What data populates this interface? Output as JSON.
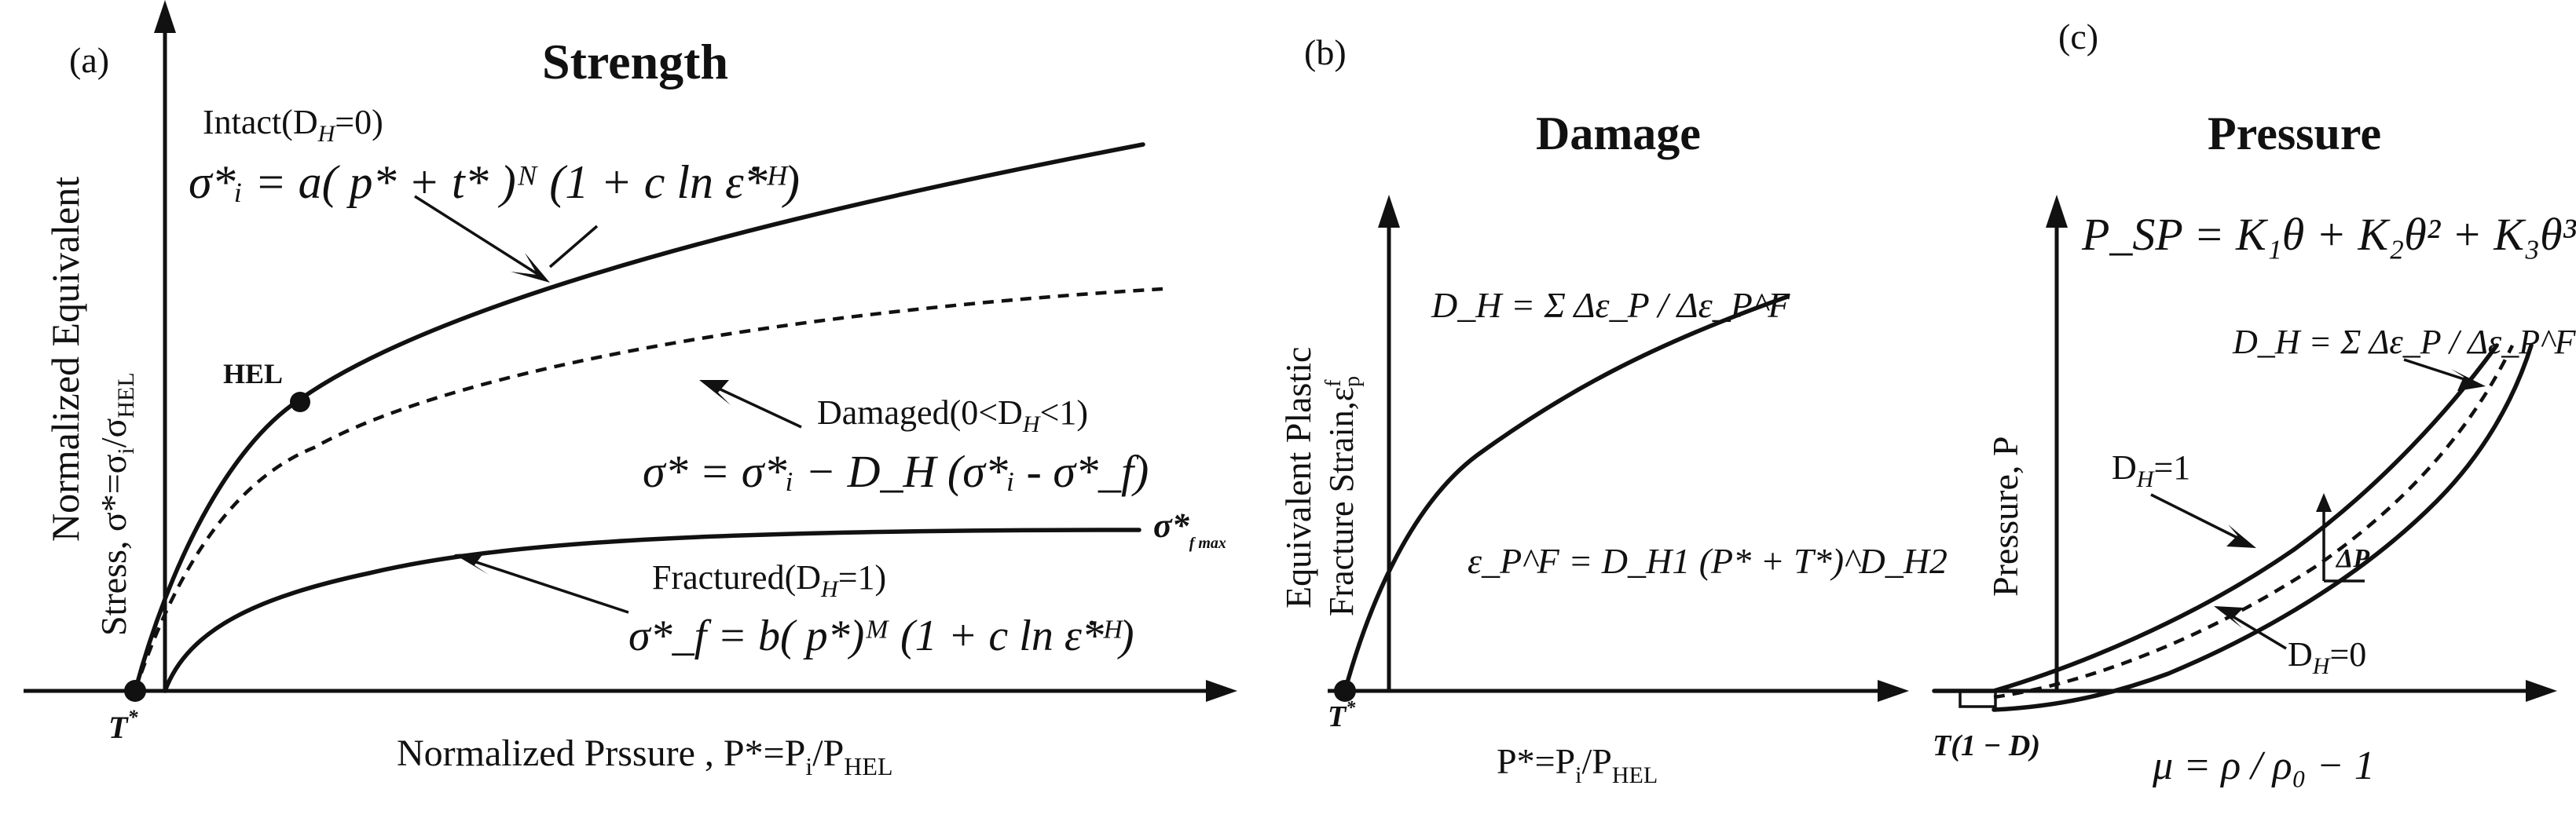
{
  "panels": {
    "strength": {
      "tag": "(a)",
      "title": "Strength",
      "ylabel_line1": "Normalized Equivalent",
      "ylabel_line2": "Stress, σ*=σ",
      "ylabel_sub_i": "i",
      "ylabel_slash": "/σ",
      "ylabel_sub_hel": "HEL",
      "xlabel_main": "Normalized Prssure , P*=P",
      "xlabel_sub_i": "i",
      "xlabel_slash": "/P",
      "xlabel_sub_hel": "HEL",
      "origin_label": "T",
      "origin_sup": "*",
      "hel_label": "HEL",
      "intact_label": "Intact(D",
      "intact_sub": "H",
      "intact_tail": "=0)",
      "intact_eq": "σ*ᵢ = a( p* + t* )ᴺ (1 + c ln ε̇*ᴴ)",
      "damaged_label": "Damaged(0<D",
      "damaged_sub": "H",
      "damaged_tail": "<1)",
      "damaged_eq": "σ* = σ*ᵢ − D_H (σ*ᵢ - σ*_f)",
      "fractured_label": "Fractured(D",
      "fractured_sub": "H",
      "fractured_tail": "=1)",
      "fractured_eq": "σ*_f = b( p*)ᴹ (1 + c ln ε̇*ᴴ)",
      "fmax_label": "σ*",
      "fmax_sub": "f max"
    },
    "damage": {
      "tag": "(b)",
      "title": "Damage",
      "ylabel_line1": "Equivalent Plastic",
      "ylabel_line2": "Fracture Strain,ε",
      "ylabel_sub": "p",
      "ylabel_sup": "f",
      "xlabel_main": "P*=P",
      "xlabel_sub_i": "i",
      "xlabel_slash": "/P",
      "xlabel_sub_hel": "HEL",
      "origin_label": "T",
      "origin_sup": "*",
      "dh_eq": "D_H = Σ Δε_P / Δε_P^F",
      "eps_eq": "ε_P^F = D_H1 (P* + T*)^D_H2"
    },
    "pressure": {
      "tag": "(c)",
      "title": "Pressure",
      "ylabel": "Pressure,  P",
      "psp_eq": "P_SP = K₁θ + K₂θ² + K₃θ³",
      "dh_eq": "D_H = Σ Δε_P / Δε_P^F",
      "dh1_label": "D",
      "dh1_sub": "H",
      "dh1_tail": "=1",
      "dh0_label": "D",
      "dh0_sub": "H",
      "dh0_tail": "=0",
      "dp_label": "ΔP",
      "t_label": "T(1 − D)",
      "mu_eq": "μ = ρ / ρ₀ − 1"
    }
  }
}
